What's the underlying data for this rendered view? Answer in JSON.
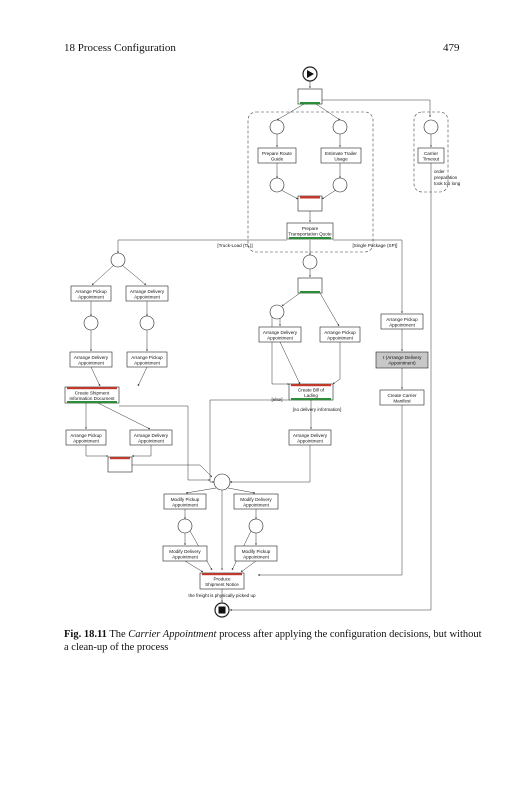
{
  "header": {
    "chapter": "18   Process Configuration",
    "page": "479"
  },
  "caption": {
    "label": "Fig. 18.11",
    "text_before": " The ",
    "process_name": "Carrier Appointment",
    "text_after": " process after applying the configuration decisions, but without a clean-up of the process"
  },
  "diagram": {
    "tasks": {
      "prepare_route_guide": [
        "Prepare Route",
        "Guide"
      ],
      "estimate_trailer_usage": [
        "Estimate Trailer",
        "Usage"
      ],
      "carrier_timeout": [
        "Carrier",
        "Timeout"
      ],
      "prepare_transportation_quote": [
        "Prepare",
        "Transportation Quote"
      ],
      "arrange_pickup_appt_tl": [
        "Arrange Pickup",
        "Appointment"
      ],
      "arrange_delivery_appt_tl": [
        "Arrange Delivery",
        "Appointment"
      ],
      "arrange_delivery_appt_tl2": [
        "Arrange Delivery",
        "Appointment"
      ],
      "arrange_pickup_appt_tl2": [
        "Arrange Pickup",
        "Appointment"
      ],
      "create_shipment_info_doc": [
        "Create Shipment",
        "Information Document"
      ],
      "arrange_pickup_appt_tl3": [
        "Arrange Pickup",
        "Appointment"
      ],
      "arrange_delivery_appt_tl3": [
        "Arrange Delivery",
        "Appointment"
      ],
      "arrange_delivery_appt_sp": [
        "Arrange Delivery",
        "Appointment"
      ],
      "arrange_pickup_appt_sp": [
        "Arrange Pickup",
        "Appointment"
      ],
      "create_bill_of_lading": [
        "Create Bill of",
        "Lading"
      ],
      "arrange_delivery_appt_sp2": [
        "Arrange Delivery",
        "Appointment"
      ],
      "arrange_pickup_appt_right": [
        "Arrange Pickup",
        "Appointment"
      ],
      "tau_arrange_delivery": [
        "τ (Arrange Delivery",
        "Appointment)"
      ],
      "create_carrier_manifest": [
        "Create Carrier",
        "Manifest"
      ],
      "modify_pickup_appt": [
        "Modify Pickup",
        "Appointment"
      ],
      "modify_delivery_appt": [
        "Modify Delivery",
        "Appointment"
      ],
      "modify_delivery_appt2": [
        "Modify Delivery",
        "Appointment"
      ],
      "modify_pickup_appt2": [
        "Modify Pickup",
        "Appointment"
      ],
      "produce_shipment_notice": [
        "Produce",
        "Shipment Notice"
      ]
    },
    "labels": {
      "order_prep": [
        "order",
        "preparation",
        "took too long"
      ],
      "truckload": "[Truck-Load (TL)]",
      "single_package": "[Single Package (SP)]",
      "else": "[else]",
      "no_delivery": "[no delivery information]",
      "freight_picked": "the freight is physically picked up"
    },
    "colors": {
      "split": "#2e8b3a",
      "join": "#c0392b",
      "tau_fill": "#c8c8c8"
    }
  }
}
